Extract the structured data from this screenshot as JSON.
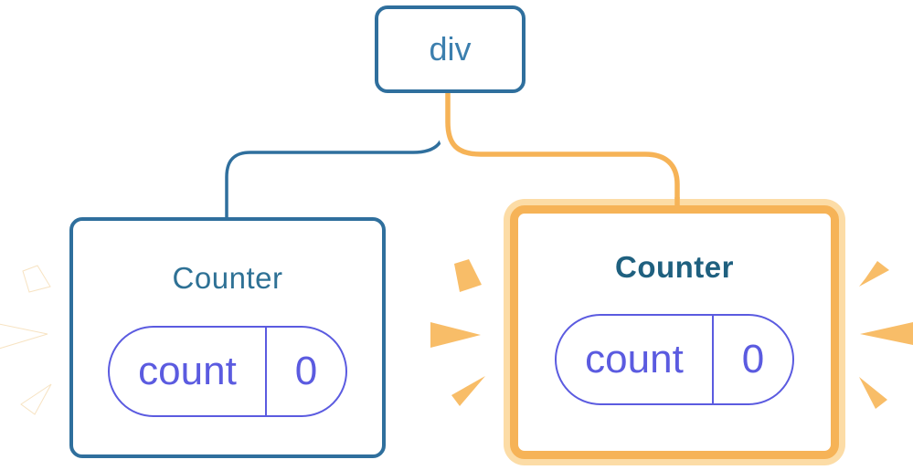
{
  "diagram": {
    "root_node": {
      "label": "div"
    },
    "left_counter": {
      "title": "Counter",
      "state_key": "count",
      "state_value": "0"
    },
    "right_counter": {
      "title": "Counter",
      "state_key": "count",
      "state_value": "0"
    },
    "colors": {
      "node_blue_border": "#2f6f9d",
      "node_text_blue": "#3c7fae",
      "counter_title_blue": "#2e7195",
      "counter_title_dark_blue": "#1f607f",
      "state_indigo": "#5b5be0",
      "highlight_orange": "#f6b357",
      "highlight_pale_orange": "#fcdca6",
      "sparkle_orange": "#f8bd68",
      "sparkle_white": "#ffffff"
    }
  }
}
